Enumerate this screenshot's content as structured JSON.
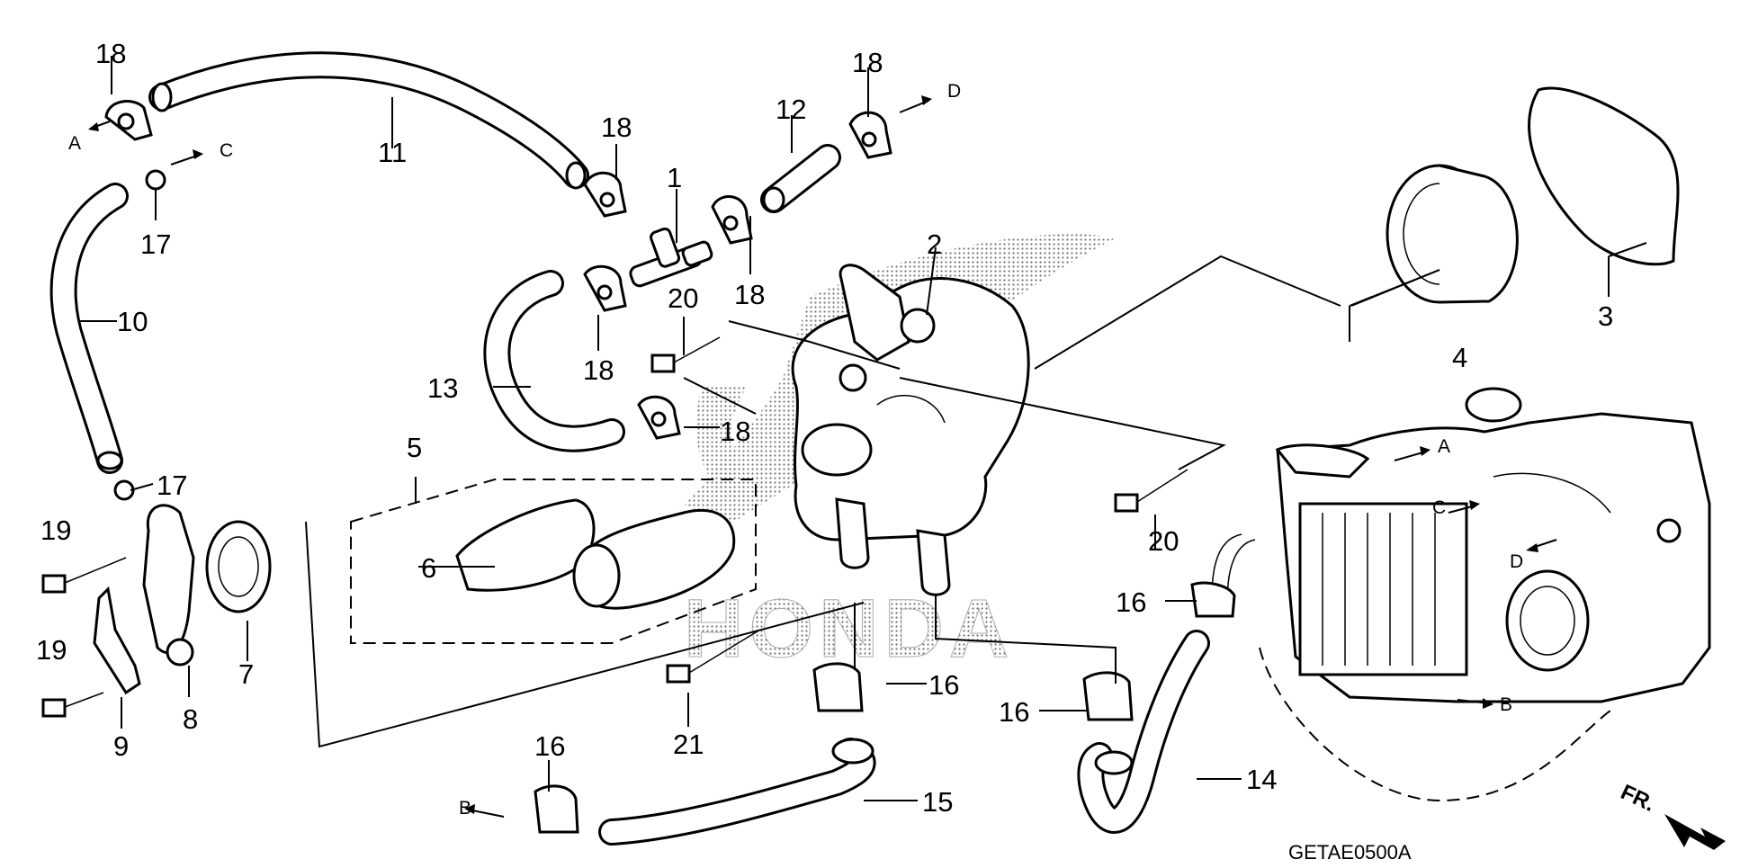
{
  "diagram": {
    "code": "GETAE0500A",
    "front_marker": "FR.",
    "brand_watermark": "HONDA",
    "callouts": [
      {
        "id": "c1",
        "text": "1"
      },
      {
        "id": "c2",
        "text": "2"
      },
      {
        "id": "c3",
        "text": "3"
      },
      {
        "id": "c4",
        "text": "4"
      },
      {
        "id": "c5",
        "text": "5"
      },
      {
        "id": "c6",
        "text": "6"
      },
      {
        "id": "c7",
        "text": "7"
      },
      {
        "id": "c8",
        "text": "8"
      },
      {
        "id": "c9",
        "text": "9"
      },
      {
        "id": "c10",
        "text": "10"
      },
      {
        "id": "c11",
        "text": "11"
      },
      {
        "id": "c12",
        "text": "12"
      },
      {
        "id": "c13",
        "text": "13"
      },
      {
        "id": "c14",
        "text": "14"
      },
      {
        "id": "c15",
        "text": "15"
      },
      {
        "id": "c16a",
        "text": "16"
      },
      {
        "id": "c16b",
        "text": "16"
      },
      {
        "id": "c16c",
        "text": "16"
      },
      {
        "id": "c16d",
        "text": "16"
      },
      {
        "id": "c17a",
        "text": "17"
      },
      {
        "id": "c17b",
        "text": "17"
      },
      {
        "id": "c18a",
        "text": "18"
      },
      {
        "id": "c18b",
        "text": "18"
      },
      {
        "id": "c18c",
        "text": "18"
      },
      {
        "id": "c18d",
        "text": "18"
      },
      {
        "id": "c18e",
        "text": "18"
      },
      {
        "id": "c18f",
        "text": "18"
      },
      {
        "id": "c19a",
        "text": "19"
      },
      {
        "id": "c19b",
        "text": "19"
      },
      {
        "id": "c20a",
        "text": "20"
      },
      {
        "id": "c20b",
        "text": "20"
      },
      {
        "id": "c21",
        "text": "21"
      }
    ],
    "connectors": [
      {
        "id": "A1",
        "text": "A"
      },
      {
        "id": "C1",
        "text": "C"
      },
      {
        "id": "D1",
        "text": "D"
      },
      {
        "id": "B1",
        "text": "B"
      },
      {
        "id": "A2",
        "text": "A"
      },
      {
        "id": "C2",
        "text": "C"
      },
      {
        "id": "D2",
        "text": "D"
      },
      {
        "id": "B2",
        "text": "B"
      }
    ]
  }
}
